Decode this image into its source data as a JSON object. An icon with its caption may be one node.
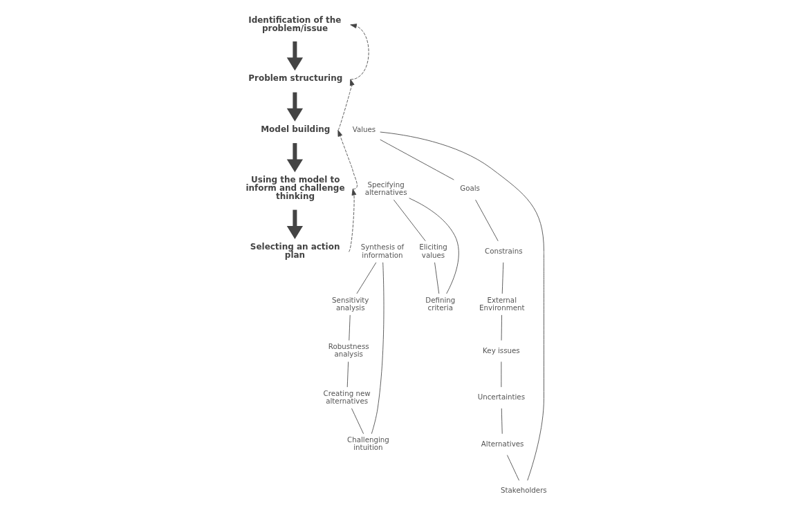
{
  "diagram": {
    "nodes": [
      {
        "text": [
          "Identification of the problem/issue"
        ]
      },
      {
        "text": [
          "Problem structuring"
        ]
      },
      {
        "text": [
          "Model building"
        ]
      },
      {
        "text": [
          "Using the model to inform and challenge thinking"
        ]
      },
      {
        "text": [
          "Selecting an action plan"
        ]
      },
      {
        "text": [
          "Values"
        ]
      },
      {
        "text": [
          "Goals"
        ]
      },
      {
        "text": [
          "Constrains"
        ]
      },
      {
        "text": [
          "External Environment"
        ]
      },
      {
        "text": [
          "Key issues"
        ]
      },
      {
        "text": [
          "Uncertainties"
        ]
      },
      {
        "text": [
          "Alternatives"
        ]
      },
      {
        "text": [
          "Stakeholders"
        ]
      },
      {
        "text": [
          "Specifying alternatives"
        ]
      },
      {
        "text": [
          "Eliciting values"
        ]
      },
      {
        "text": [
          "Defining criteria"
        ]
      },
      {
        "text": [
          "Synthesis of information"
        ]
      },
      {
        "text": [
          "Sensitivity analysis"
        ]
      },
      {
        "text": [
          "Robustness analysis"
        ]
      },
      {
        "text": [
          "Creating new alternatives"
        ]
      },
      {
        "text": [
          "Challenging intuition"
        ]
      }
    ],
    "edges": [
      {
        "from": 0,
        "to": 1,
        "arrow": "to",
        "style": "thick"
      },
      {
        "from": 1,
        "to": 2,
        "arrow": "to",
        "style": "thick"
      },
      {
        "from": 2,
        "to": 3,
        "arrow": "to",
        "style": "thick"
      },
      {
        "from": 3,
        "to": 4,
        "arrow": "to",
        "style": "thick"
      },
      {
        "from": 1,
        "to": 0,
        "arrow": "to",
        "style": "dashed"
      },
      {
        "from": 2,
        "to": 1,
        "arrow": "to",
        "style": "dashed"
      },
      {
        "from": 3,
        "to": 2,
        "arrow": "to",
        "style": "dashed"
      },
      {
        "from": 4,
        "to": 3,
        "arrow": "to",
        "style": "dashed"
      },
      {
        "from": 5,
        "to": 6,
        "arrow": "none"
      },
      {
        "from": 6,
        "to": 7,
        "arrow": "none"
      },
      {
        "from": 7,
        "to": 8,
        "arrow": "none"
      },
      {
        "from": 8,
        "to": 9,
        "arrow": "none"
      },
      {
        "from": 9,
        "to": 10,
        "arrow": "none"
      },
      {
        "from": 10,
        "to": 11,
        "arrow": "none"
      },
      {
        "from": 11,
        "to": 12,
        "arrow": "none"
      },
      {
        "from": 12,
        "to": 5,
        "arrow": "none"
      },
      {
        "from": 13,
        "to": 14,
        "arrow": "none"
      },
      {
        "from": 14,
        "to": 15,
        "arrow": "none"
      },
      {
        "from": 15,
        "to": 13,
        "arrow": "none"
      },
      {
        "from": 16,
        "to": 17,
        "arrow": "none"
      },
      {
        "from": 17,
        "to": 18,
        "arrow": "none"
      },
      {
        "from": 18,
        "to": 19,
        "arrow": "none"
      },
      {
        "from": 19,
        "to": 20,
        "arrow": "none"
      },
      {
        "from": 20,
        "to": 16,
        "arrow": "none"
      }
    ]
  }
}
